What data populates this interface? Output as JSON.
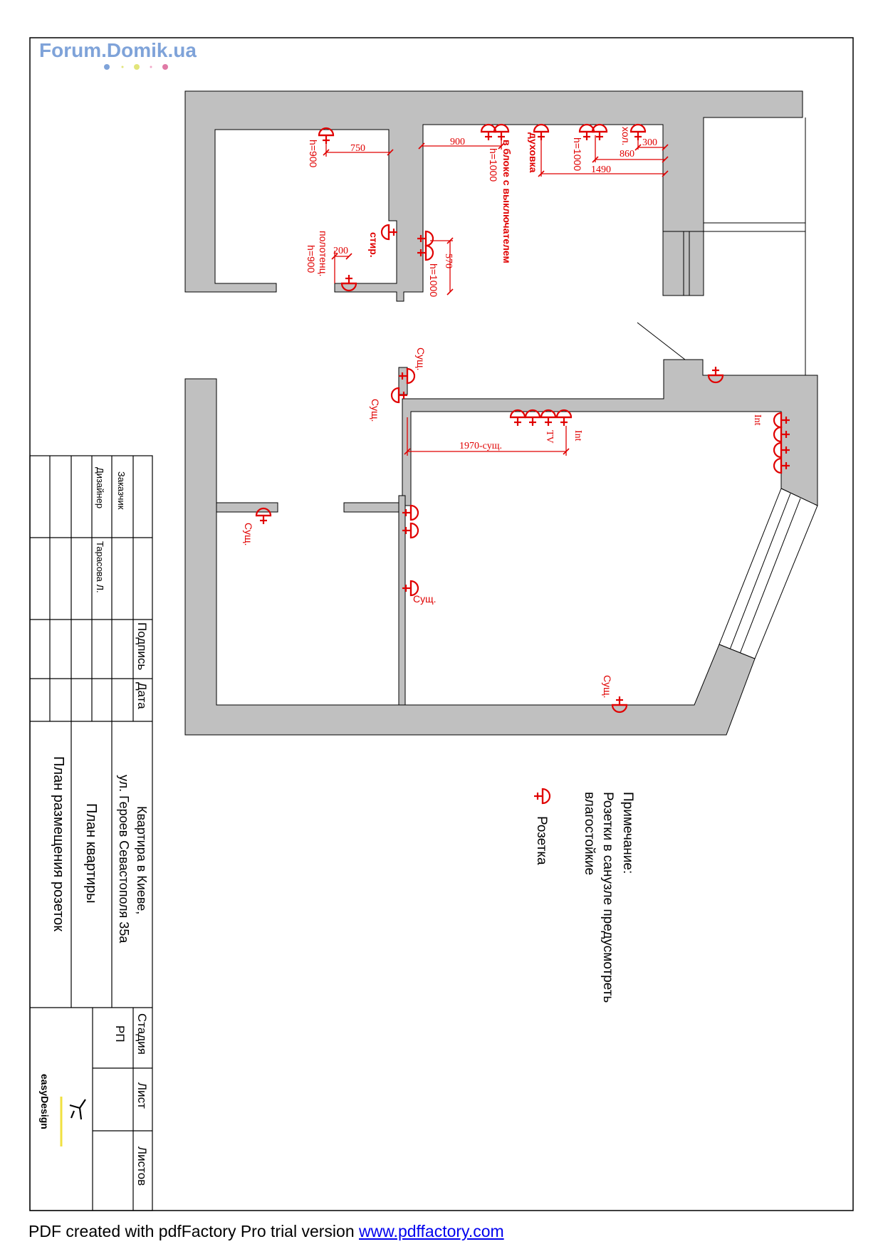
{
  "watermark": {
    "site": "Forum.Domik.ua",
    "dot_colors": [
      "#7fa3d9",
      "#e2e57a",
      "#f2a7c7",
      "#e07aa6"
    ]
  },
  "colors": {
    "wall": "#c0c0c0",
    "outlet": "#e00000",
    "line": "#000000"
  },
  "labels": {
    "h900_a": "h=900",
    "d750": "750",
    "d900": "900",
    "block_switch": "в блоке с выключателем",
    "h1000_a": "h=1000",
    "oven": "духовка",
    "h1000_b": "h=1000",
    "fridge": "хол.",
    "d300": "300",
    "d860": "860",
    "d1490": "1490",
    "washer": "стир.",
    "towel": "полотенц.",
    "h900_b": "h=900",
    "d200": "200",
    "d570": "570",
    "h1000_c": "h=1000",
    "exist_1": "Сущ.",
    "exist_2": "Сущ.",
    "tv": "TV",
    "int_1": "Int",
    "int_2": "Int",
    "d1970": "1970-сущ.",
    "exist_3": "Сущ.",
    "exist_4": "Сущ.",
    "exist_5": "Сущ."
  },
  "note": {
    "title": "Примечание:",
    "line1": "Розетки в санузле предусмотреть",
    "line2": "влагостойкие"
  },
  "legend": {
    "outlet_label": "Розетка"
  },
  "title_block": {
    "customer_label": "Заказчик",
    "designer_label": "Дизайнер",
    "designer_name": "Тарасова Л.",
    "signature_label": "Подпись",
    "date_label": "Дата",
    "project_line1": "Квартира в Киеве,",
    "project_line2": "ул. Героев Севастополя 35а",
    "sheet_title": "План квартиры",
    "drawing_title": "План размещения розеток",
    "stage_label": "Стадия",
    "stage_value": "РП",
    "sheet_label": "Лист",
    "sheets_label": "Листов",
    "logo_text": "easyDesign"
  },
  "footer": {
    "text": "PDF created with pdfFactory Pro trial version ",
    "link": "www.pdffactory.com"
  }
}
